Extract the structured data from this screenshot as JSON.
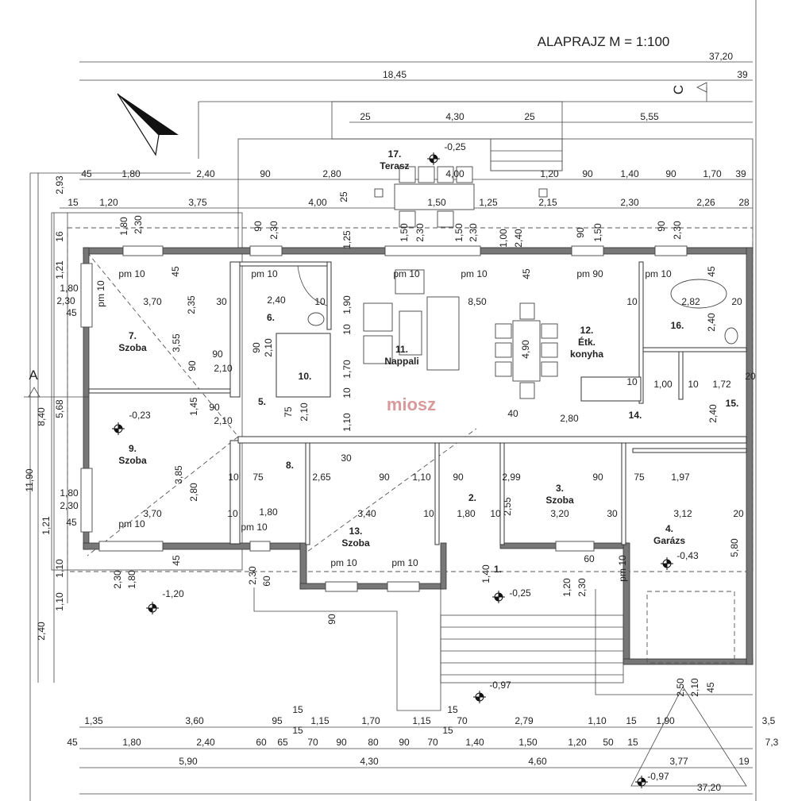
{
  "title": "ALAPRAJZ  M = 1:100",
  "section_markers": {
    "a": "A",
    "c": "C"
  },
  "watermark": "miosz",
  "rooms": [
    {
      "num": "1.",
      "name": ""
    },
    {
      "num": "2.",
      "name": ""
    },
    {
      "num": "3.",
      "name": "Szoba"
    },
    {
      "num": "4.",
      "name": "Garázs"
    },
    {
      "num": "5.",
      "name": ""
    },
    {
      "num": "6.",
      "name": ""
    },
    {
      "num": "7.",
      "name": "Szoba"
    },
    {
      "num": "8.",
      "name": ""
    },
    {
      "num": "9.",
      "name": "Szoba"
    },
    {
      "num": "10.",
      "name": ""
    },
    {
      "num": "11.",
      "name": "Nappali"
    },
    {
      "num": "12.",
      "name": "Étk.",
      "name2": "konyha"
    },
    {
      "num": "13.",
      "name": "Szoba"
    },
    {
      "num": "14.",
      "name": ""
    },
    {
      "num": "15.",
      "name": ""
    },
    {
      "num": "16.",
      "name": ""
    },
    {
      "num": "17.",
      "name": "Terasz"
    }
  ],
  "levels": [
    "-0,25",
    "-0,23",
    "-1,20",
    "-0,25",
    "-0,43",
    "-0,97",
    "-0,97"
  ],
  "dims_top": {
    "total": "37,20",
    "row1": [
      "18,45",
      "39"
    ],
    "row2": [
      "25",
      "4,30",
      "25",
      "5,55"
    ],
    "row3": [
      "45",
      "1,80",
      "2,40",
      "90",
      "2,80",
      "4,00",
      "1,20",
      "90",
      "1,40",
      "90",
      "1,70",
      "39"
    ],
    "row4": [
      "15",
      "1,20",
      "3,75",
      "4,00",
      "1,50",
      "1,25",
      "2,15",
      "2,30",
      "2,26",
      "28"
    ]
  },
  "dims_left": [
    "2,93",
    "11,90",
    "8,40",
    "5,68",
    "2,40",
    "1,10",
    "1,10",
    "16",
    "1,21",
    "1,80",
    "2,30",
    "45",
    "1,80",
    "2,30",
    "1,21",
    "45"
  ],
  "dims_bottom": {
    "row1": [
      "1,35",
      "3,60",
      "95",
      "15",
      "1,15",
      "1,70",
      "1,15",
      "15",
      "70",
      "2,79",
      "1,10",
      "15",
      "1,90",
      "3,5"
    ],
    "row2": [
      "45",
      "1,80",
      "2,40",
      "60",
      "65",
      "15",
      "70",
      "90",
      "80",
      "90",
      "70",
      "15",
      "1,40",
      "1,50",
      "1,20",
      "50",
      "15",
      "7,3"
    ],
    "row3": [
      "5,90",
      "4,30",
      "4,60",
      "3,77",
      "19"
    ],
    "total": "37,20"
  },
  "dims_interior": [
    "pm 10",
    "pm 10",
    "pm 10",
    "pm 10",
    "pm 90",
    "pm 10",
    "pm 10",
    "pm 10",
    "pm 10",
    "pm 10",
    "pm 10",
    "pm 10",
    "3,70",
    "2,35",
    "30",
    "2,40",
    "10",
    "8,50",
    "10",
    "2,82",
    "20",
    "3,55",
    "4,90",
    "1,00",
    "10",
    "1,72",
    "40",
    "2,80",
    "-",
    "3,85",
    "2,80",
    "3,70",
    "1,80",
    "3,40",
    "1,80",
    "3,20",
    "3,12",
    "5,80",
    "2,65",
    "1,10",
    "2,99",
    "2,55",
    "1,97",
    "75",
    "90",
    "90",
    "90",
    "75",
    "45",
    "1,90",
    "10",
    "1,70",
    "10",
    "1,10",
    "45",
    "45",
    "2,40",
    "2,40",
    "1,45",
    "90",
    "2,10",
    "90",
    "2,10",
    "90",
    "2,10",
    "75",
    "2,10",
    "1,50",
    "2,30",
    "1,50",
    "2,30",
    "1,00",
    "2,40",
    "90",
    "1,50",
    "90",
    "2,30",
    "1,80",
    "2,30",
    "90",
    "2,30",
    "1,25",
    "25",
    "20",
    "20",
    "10",
    "30",
    "30",
    "10",
    "10",
    "10",
    "90",
    "10",
    "45",
    "2,30",
    "1,80",
    "2,30",
    "90",
    "60",
    "1,40",
    "1,20",
    "2,30",
    "60",
    "2,50",
    "2,10",
    "45"
  ]
}
